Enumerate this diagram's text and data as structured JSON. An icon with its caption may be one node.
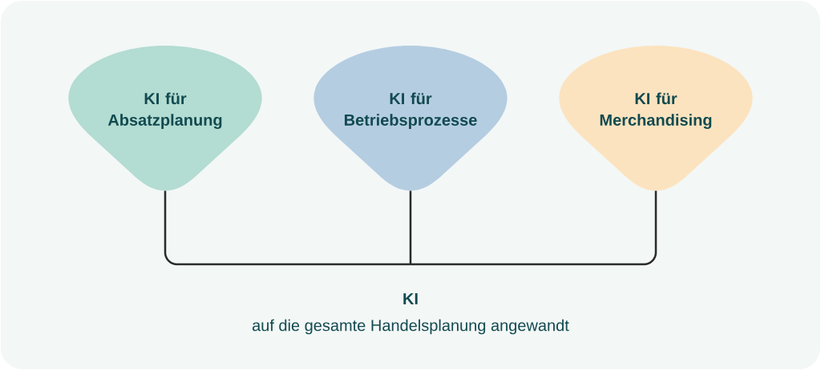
{
  "diagram": {
    "nodes": [
      {
        "text": [
          "KI für Absatzplanung"
        ]
      },
      {
        "text": [
          "KI für Betriebsprozesse"
        ]
      },
      {
        "text": [
          "KI für Merchandising"
        ]
      },
      {
        "text": [
          "KI",
          "auf die gesamte Handelsplanung angewandt"
        ]
      }
    ],
    "edges": [
      {
        "from": 0,
        "to": 3,
        "arrow": "none"
      },
      {
        "from": 1,
        "to": 3,
        "arrow": "none"
      },
      {
        "from": 2,
        "to": 3,
        "arrow": "none"
      }
    ]
  }
}
